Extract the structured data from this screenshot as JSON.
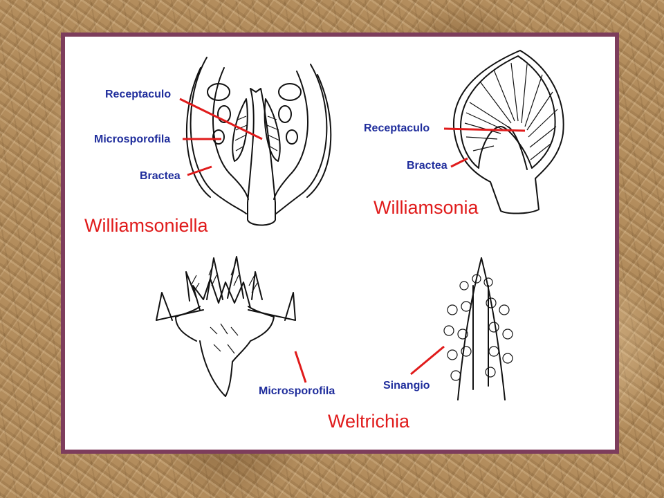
{
  "labels": {
    "williamsoniella": {
      "receptaculo": "Receptaculo",
      "microsporofila": "Microsporofila",
      "bractea": "Bractea",
      "title": "Williamsoniella"
    },
    "williamsonia": {
      "receptaculo": "Receptaculo",
      "bractea": "Bractea",
      "title": "Williamsonia"
    },
    "weltrichia": {
      "microsporofila": "Microsporofila",
      "sinangio": "Sinangio",
      "title": "Weltrichia"
    }
  },
  "colors": {
    "frame": "#7d3d5c",
    "label_text": "#1f2d9c",
    "title_text": "#e01b1b",
    "pointer": "#e01b1b",
    "background": "#b38d5d"
  }
}
